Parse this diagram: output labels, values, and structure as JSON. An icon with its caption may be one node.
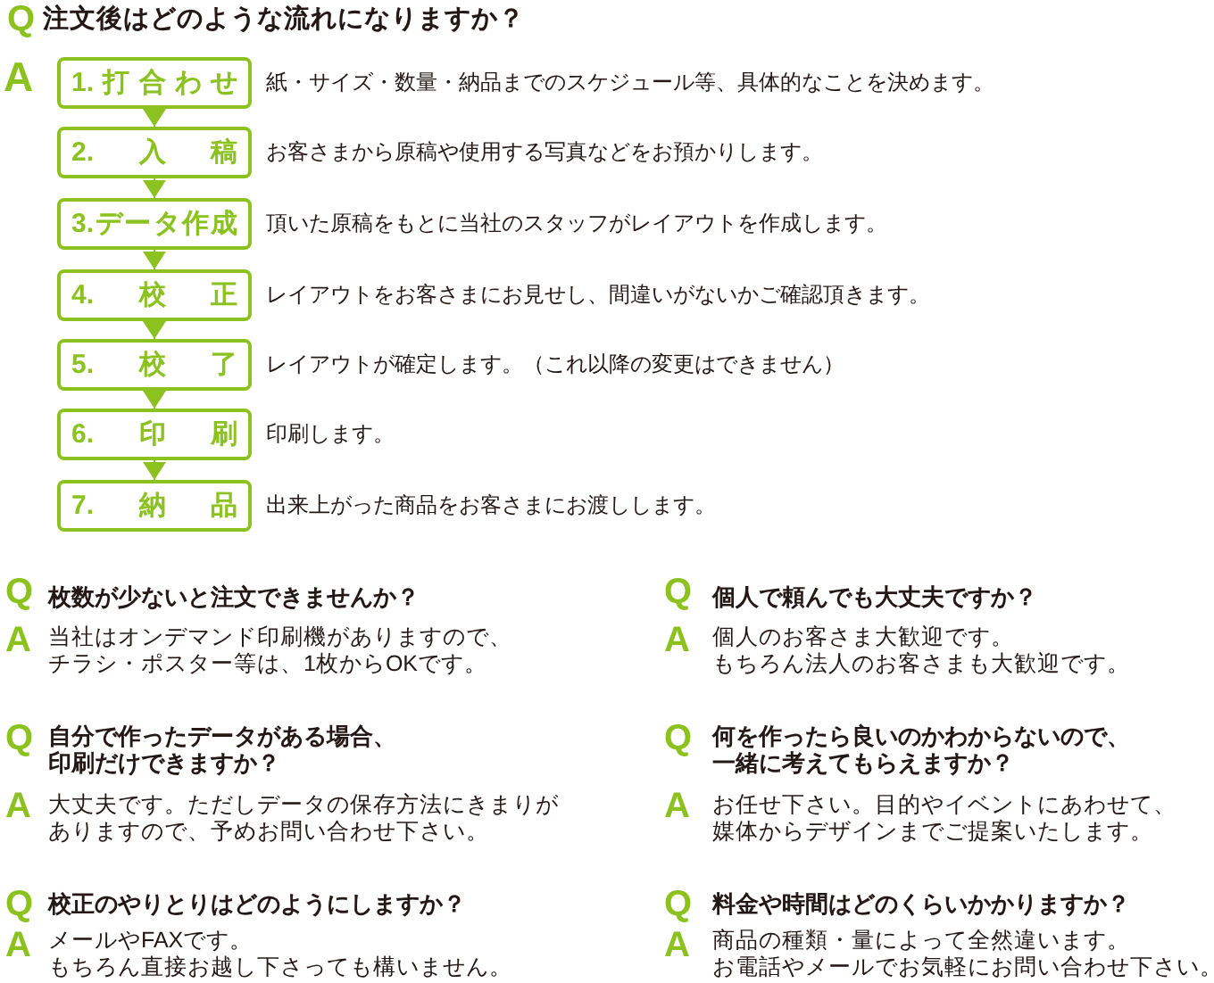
{
  "diagram": {
    "nodes": [
      {
        "text": [
          "1.打合わせ"
        ],
        "beside": [
          "紙・サイズ・数量・納品までのスケジュール等、具体的なことを決めます。"
        ]
      },
      {
        "text": [
          "2.入稿"
        ],
        "beside": [
          "お客さまから原稿や使用する写真などをお預かりします。"
        ]
      },
      {
        "text": [
          "3.データ作成"
        ],
        "beside": [
          "頂いた原稿をもとに当社のスタッフがレイアウトを作成します。"
        ]
      },
      {
        "text": [
          "4.校正"
        ],
        "beside": [
          "レイアウトをお客さまにお見せし、間違いがないかご確認頂きます。"
        ]
      },
      {
        "text": [
          "5.校了"
        ],
        "beside": [
          "レイアウトが確定します。（これ以降の変更はできません）"
        ]
      },
      {
        "text": [
          "6.印刷"
        ],
        "beside": [
          "印刷します。"
        ]
      },
      {
        "text": [
          "7.納品"
        ],
        "beside": [
          "出来上がった商品をお客さまにお渡しします。"
        ]
      }
    ],
    "edges": [
      {
        "from": 0,
        "to": 1,
        "arrow": "to"
      },
      {
        "from": 1,
        "to": 2,
        "arrow": "to"
      },
      {
        "from": 2,
        "to": 3,
        "arrow": "to"
      },
      {
        "from": 3,
        "to": 4,
        "arrow": "to"
      },
      {
        "from": 4,
        "to": 5,
        "arrow": "to"
      },
      {
        "from": 5,
        "to": 6,
        "arrow": "to"
      }
    ],
    "labels": [
      "Q",
      "注文後はどのような流れになりますか？",
      "A",
      "Q",
      "枚数が少ないと注文できませんか？",
      "A",
      "当社はオンデマンド印刷機がありますので、チラシ・ポスター等は、1枚からOKです。",
      "Q",
      "自分で作ったデータがある場合、印刷だけできますか？",
      "A",
      "大丈夫です。ただしデータの保存方法にきまりがありますので、予めお問い合わせ下さい。",
      "Q",
      "校正のやりとりはどのようにしますか？",
      "A",
      "メールやFAXです。もちろん直接お越し下さっても構いません。",
      "Q",
      "個人で頼んでも大丈夫ですか？",
      "A",
      "個人のお客さま大歓迎です。もちろん法人のお客さまも大歓迎です。",
      "Q",
      "何を作ったら良いのかわからないので、一緒に考えてもらえますか？",
      "A",
      "お任せ下さい。目的やイベントにあわせて、媒体からデザインまでご提案いたします。",
      "Q",
      "料金や時間はどのくらいかかりますか？",
      "A",
      "商品の種類・量によって全然違います。お電話やメールでお気軽にお問い合わせ下さい。"
    ]
  }
}
